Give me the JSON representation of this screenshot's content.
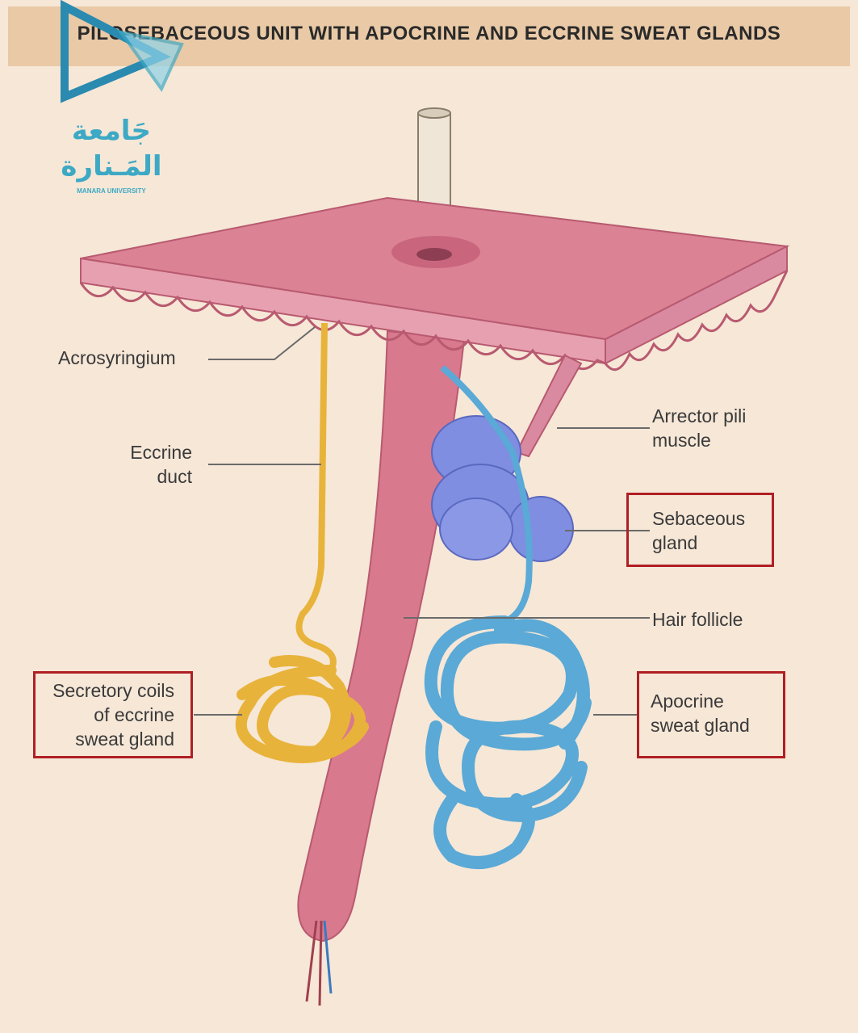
{
  "title": "PILOSEBACEOUS UNIT WITH APOCRINE AND ECCRINE SWEAT GLANDS",
  "logo": {
    "arabic_line1": "جَامعة",
    "arabic_line2": "المَـنارة",
    "english": "MANARA UNIVERSITY"
  },
  "labels": {
    "acrosyringium": "Acrosyringium",
    "eccrine_duct_1": "Eccrine",
    "eccrine_duct_2": "duct",
    "arrector_1": "Arrector pili",
    "arrector_2": "muscle",
    "sebaceous_1": "Sebaceous",
    "sebaceous_2": "gland",
    "hair_follicle": "Hair follicle",
    "secretory_1": "Secretory coils",
    "secretory_2": "of eccrine",
    "secretory_3": "sweat gland",
    "apocrine_1": "Apocrine",
    "apocrine_2": "sweat gland"
  },
  "colors": {
    "background": "#f6e7d7",
    "title_band": "#e9c9a6",
    "skin": "#d9798e",
    "eccrine": "#e8b33a",
    "apocrine": "#5aa9d6",
    "sebaceous": "#7f8ee0",
    "highlight_box": "#b01f24",
    "logo": "#3da9c4"
  }
}
